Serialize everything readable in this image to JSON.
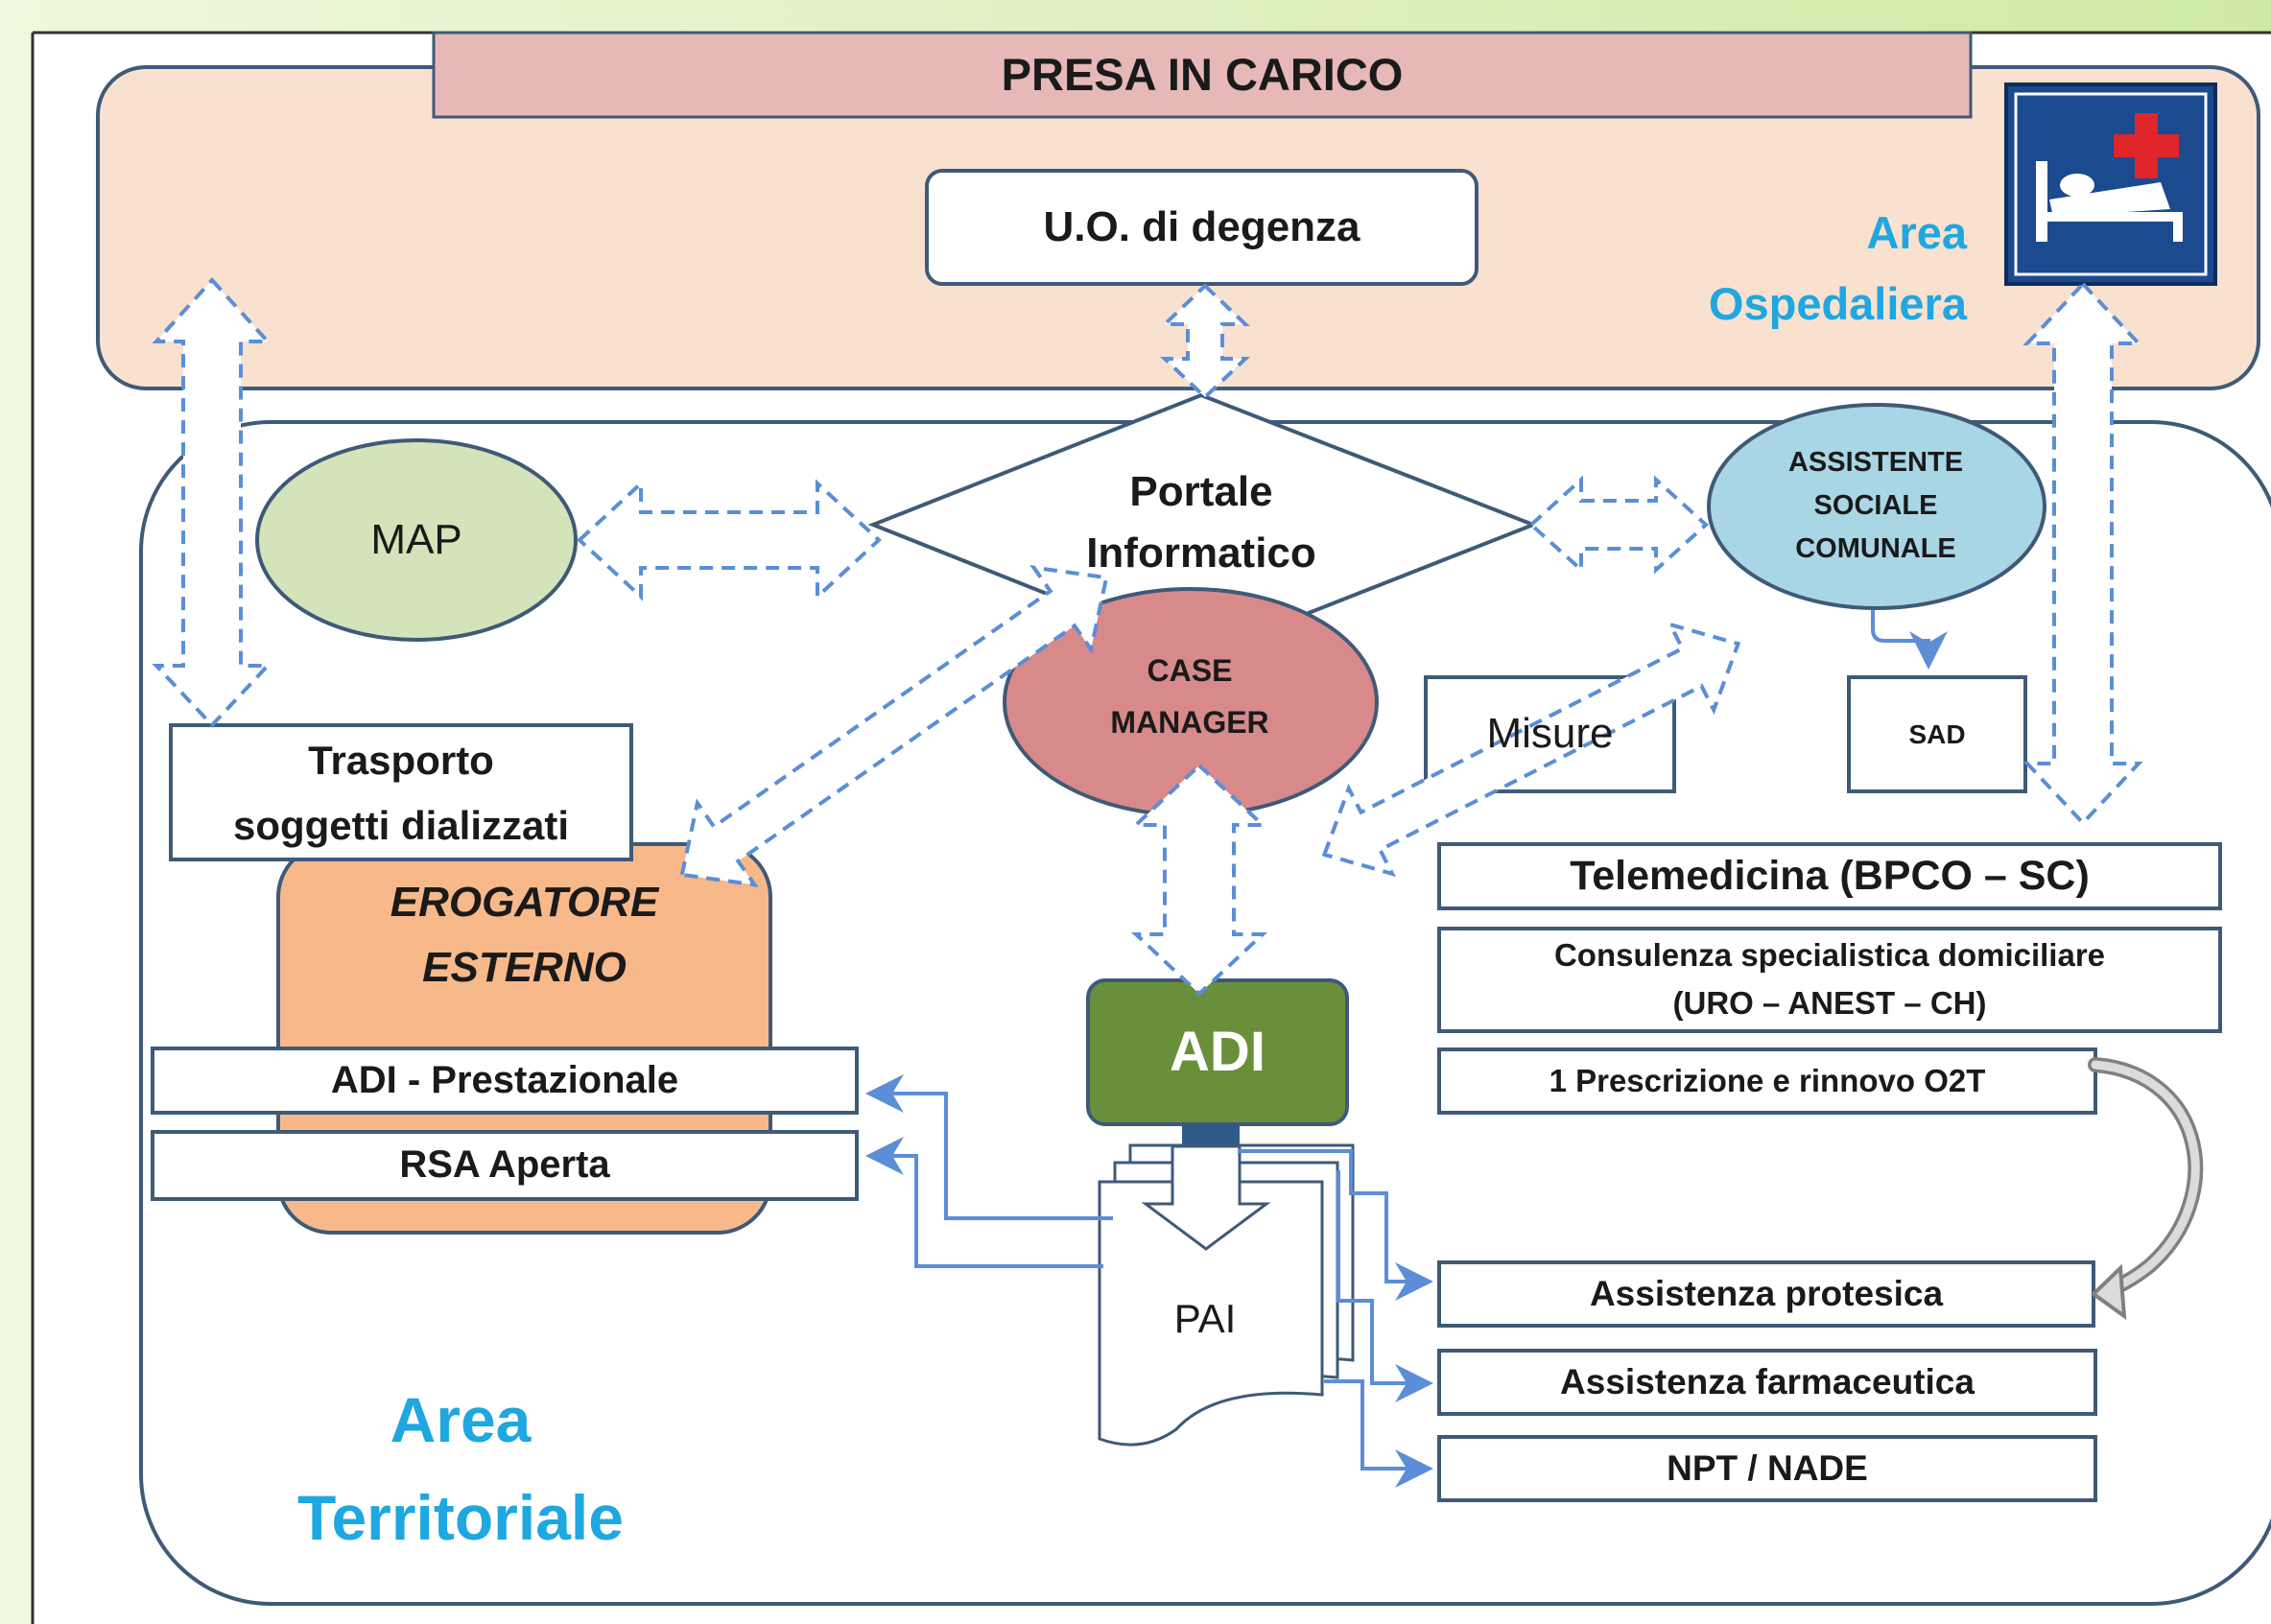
{
  "diagram": {
    "header": "PRESA IN CARICO",
    "hospital_area": {
      "line1": "Area",
      "line2": "Ospedaliera",
      "icon": "hospital-bed-icon"
    },
    "territorial_area": {
      "line1": "Area",
      "line2": "Territoriale"
    },
    "uo_degenza": "U.O. di degenza",
    "portale": {
      "line1": "Portale",
      "line2": "Informatico"
    },
    "map": "MAP",
    "assistente": {
      "line1": "ASSISTENTE",
      "line2": "SOCIALE",
      "line3": "COMUNALE"
    },
    "case_manager": {
      "line1": "CASE",
      "line2": "MANAGER"
    },
    "misure": "Misure",
    "sad": "SAD",
    "trasporto": {
      "line1": "Trasporto",
      "line2": "soggetti dializzati"
    },
    "erogatore": {
      "line1": "EROGATORE",
      "line2": "ESTERNO"
    },
    "adi_prestazionale": "ADI - Prestazionale",
    "rsa_aperta": "RSA Aperta",
    "adi": "ADI",
    "pai": "PAI",
    "telemedicina": "Telemedicina (BPCO – SC)",
    "consulenza": {
      "line1": "Consulenza specialistica domiciliare",
      "line2": "(URO – ANEST – CH)"
    },
    "prescrizione": "1 Prescrizione e rinnovo O2T",
    "protesica": "Assistenza protesica",
    "farmaceutica": "Assistenza farmaceutica",
    "npt": "NPT / NADE"
  },
  "colors": {
    "hospital_fill": "#f9e1d0",
    "header_fill": "#e6b8b8",
    "map_fill": "#d4e3b9",
    "assistente_fill": "#a9d6e5",
    "case_manager_fill": "#d88a8a",
    "erogatore_fill": "#f8b98a",
    "adi_fill": "#6a8f3a",
    "outline": "#3e5a78",
    "accent_blue": "#1ea7e0",
    "connector_blue": "#5b8ed6",
    "page_border": "#ecf7d6"
  }
}
